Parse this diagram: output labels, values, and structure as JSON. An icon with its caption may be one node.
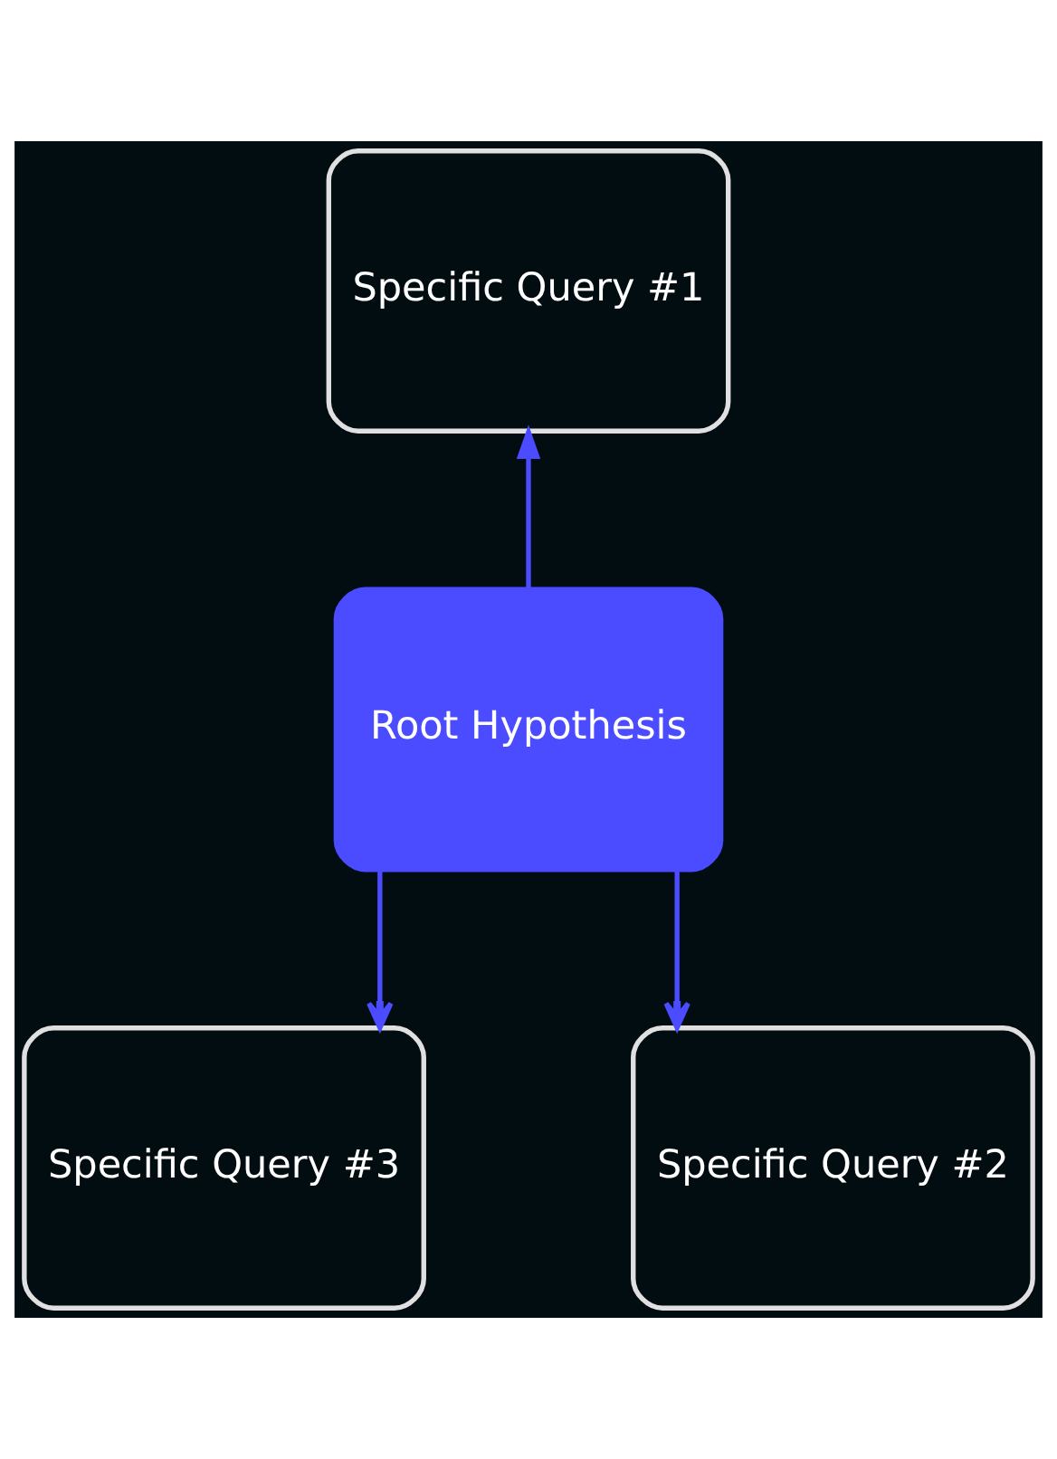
{
  "diagram": {
    "nodes": [
      {
        "text": [
          "Specific Query #1"
        ]
      },
      {
        "text": [
          "Root Hypothesis"
        ]
      },
      {
        "text": [
          "Specific Query #3"
        ]
      },
      {
        "text": [
          "Specific Query #2"
        ]
      }
    ],
    "edges": [
      {
        "from": 1,
        "to": 0,
        "arrow": "to"
      },
      {
        "from": 1,
        "to": 2,
        "arrow": "to"
      },
      {
        "from": 1,
        "to": 3,
        "arrow": "to"
      }
    ]
  }
}
